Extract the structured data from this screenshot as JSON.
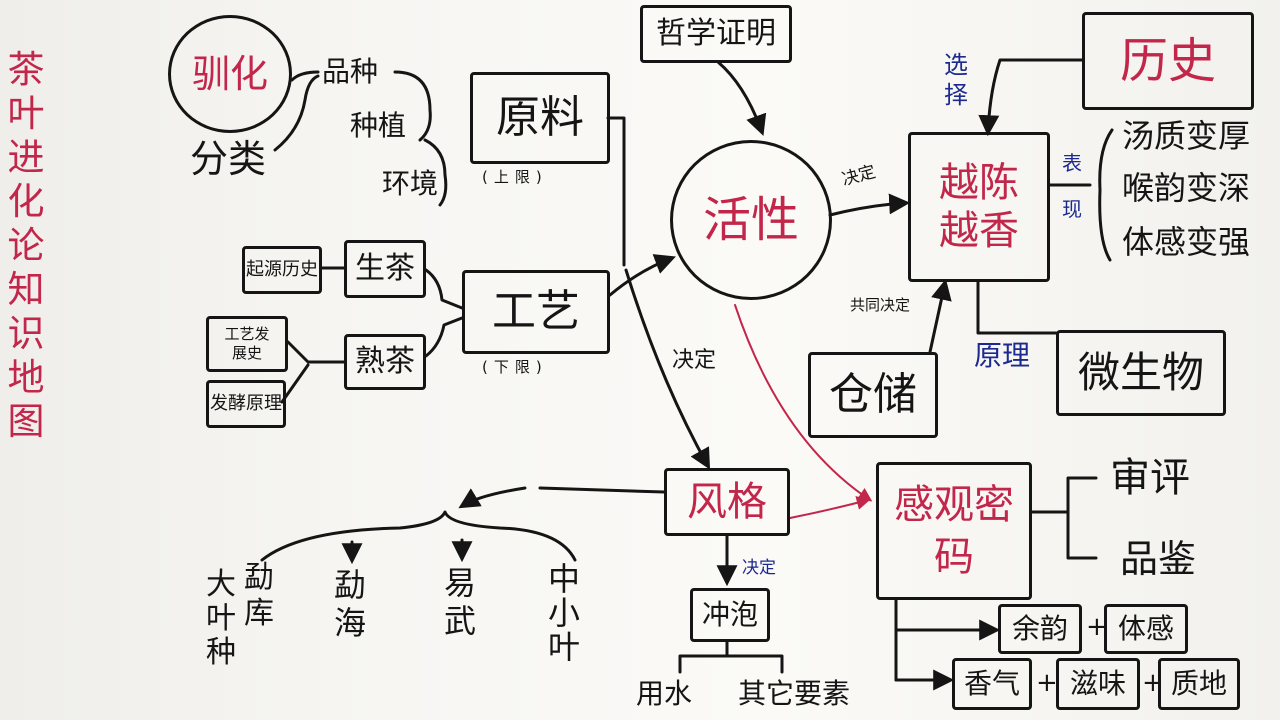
{
  "title": "茶叶进化论知识地图",
  "nodes": {
    "evolution": "驯化",
    "classify": "分类",
    "variety": "品种",
    "planting": "种植",
    "environment": "环境",
    "material": "原料",
    "material_note": "(上限)",
    "process": "工艺",
    "process_note": "(下限)",
    "raw_tea": "生茶",
    "ripe_tea": "熟茶",
    "raw_history": "起源历史",
    "craft_history": "工艺发展史",
    "fermentation": "发酵原理",
    "philosophy": "哲学证明",
    "activity": "活性",
    "aging": "越陈越香",
    "history": "历史",
    "storage": "仓储",
    "microbe": "微生物",
    "style": "风格",
    "sensory": "感观密码",
    "review": "审评",
    "appreciate": "品鉴",
    "brewing": "冲泡",
    "water": "用水",
    "other_factors": "其它要素",
    "aftertaste": "余韵",
    "body": "体感",
    "aroma": "香气",
    "taste": "滋味",
    "texture": "质地",
    "region_1": "大叶种",
    "region_1b": "勐库",
    "region_2": "勐海",
    "region_3": "易武",
    "region_4": "中小叶",
    "effect_1": "汤质变厚",
    "effect_2": "喉韵变深",
    "effect_3": "体感变强"
  },
  "labels": {
    "decide": "决定",
    "decide_2": "决定",
    "decide_3": "决定",
    "co_decide": "共同决定",
    "select": "选择",
    "manifest": "表现",
    "principle": "原理",
    "plus": "+"
  },
  "colors": {
    "ink": "#151515",
    "red": "#c2264a",
    "blue": "#1c2a8f"
  }
}
